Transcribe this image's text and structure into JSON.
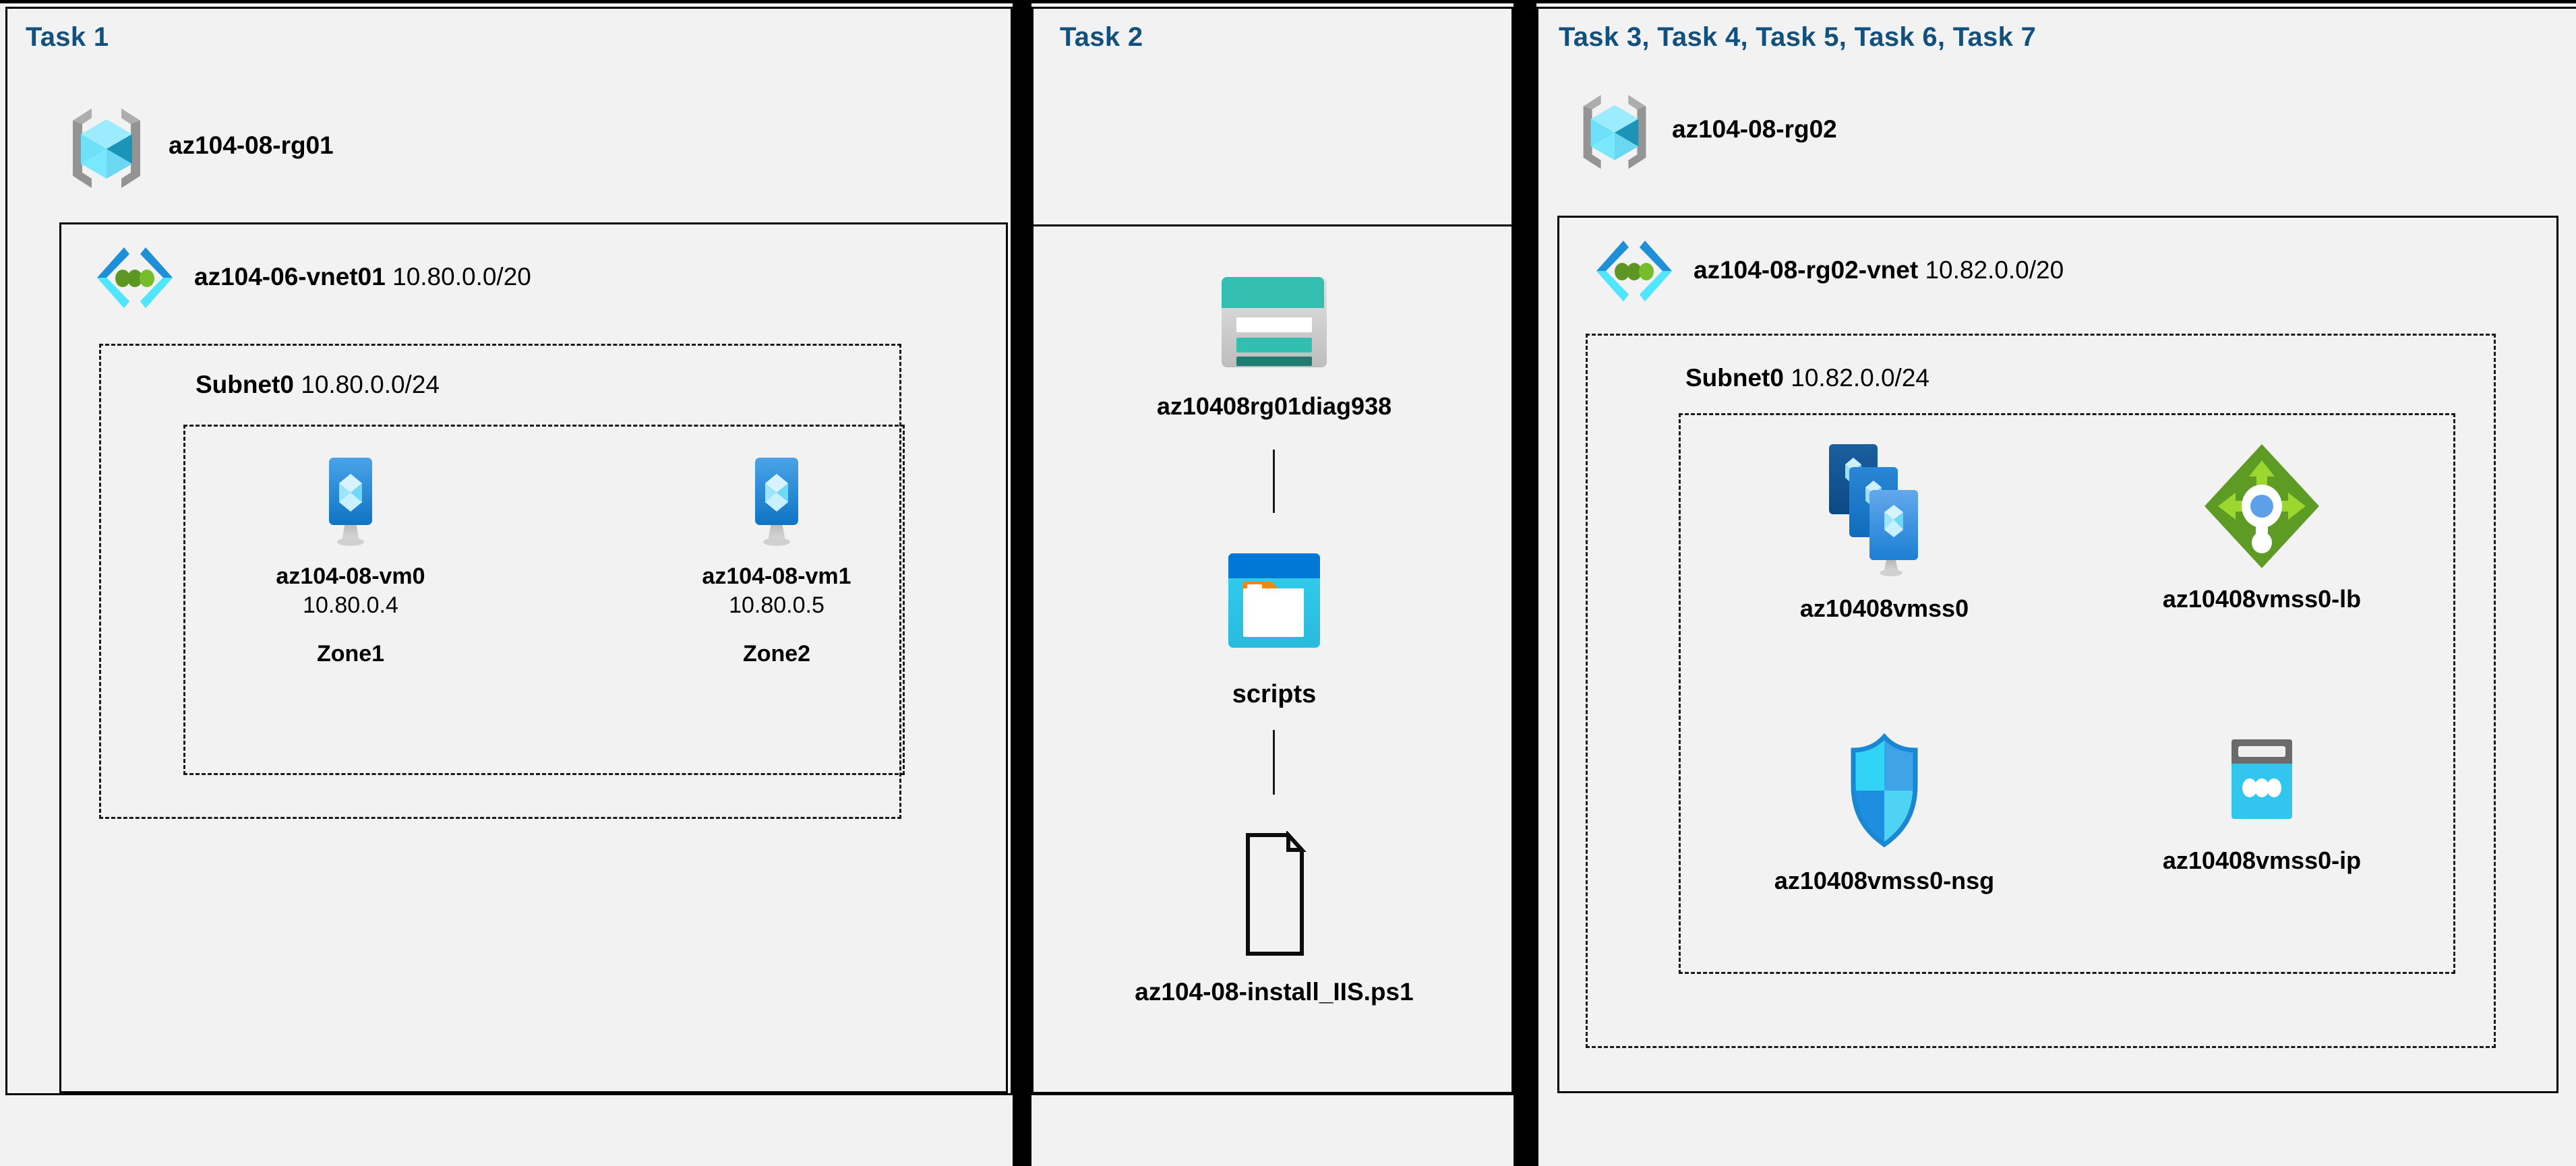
{
  "diagram": {
    "title_color": "#12507e",
    "background": "#f2f2f2"
  },
  "panels": [
    {
      "id": "task1",
      "title": "Task 1",
      "resource_group": {
        "name": "az104-08-rg01",
        "icon": "resource-group-icon"
      },
      "vnet": {
        "name": "az104-06-vnet01",
        "cidr": "10.80.0.0/20",
        "icon": "virtual-network-icon"
      },
      "subnet": {
        "name": "Subnet0",
        "cidr": "10.80.0.0/24"
      },
      "vms": [
        {
          "name": "az104-08-vm0",
          "ip": "10.80.0.4",
          "zone": "Zone1",
          "icon": "virtual-machine-icon"
        },
        {
          "name": "az104-08-vm1",
          "ip": "10.80.0.5",
          "zone": "Zone2",
          "icon": "virtual-machine-icon"
        }
      ]
    },
    {
      "id": "task2",
      "title": "Task 2",
      "nodes": [
        {
          "name": "az10408rg01diag938",
          "icon": "storage-account-icon"
        },
        {
          "name": "scripts",
          "icon": "file-share-icon"
        },
        {
          "name": "az104-08-install_IIS.ps1",
          "icon": "script-file-icon"
        }
      ]
    },
    {
      "id": "task3to7",
      "title": "Task 3, Task 4, Task 5, Task 6, Task 7",
      "resource_group": {
        "name": "az104-08-rg02",
        "icon": "resource-group-icon"
      },
      "vnet": {
        "name": "az104-08-rg02-vnet",
        "cidr": "10.82.0.0/20",
        "icon": "virtual-network-icon"
      },
      "subnet": {
        "name": "Subnet0",
        "cidr": "10.82.0.0/24"
      },
      "resources": [
        {
          "name": "az10408vmss0",
          "icon": "vm-scale-set-icon"
        },
        {
          "name": "az10408vmss0-lb",
          "icon": "load-balancer-icon"
        },
        {
          "name": "az10408vmss0-nsg",
          "icon": "network-security-group-icon"
        },
        {
          "name": "az10408vmss0-ip",
          "icon": "public-ip-address-icon"
        }
      ]
    }
  ],
  "colors": {
    "title_blue": "#12507e",
    "azure_cube_light": "#9cebff",
    "azure_cube_mid": "#32d4f5",
    "azure_cube_dark": "#1c94b8",
    "bracket_gray": "#949494",
    "vnet_blue": "#1f8fd8",
    "vnet_cyan": "#50e6ff",
    "vnet_green": "#5e9624",
    "vm_blue_top": "#4aa3e8",
    "vm_blue_bottom": "#0f74c4",
    "storage_teal": "#32bfb0",
    "storage_dark_teal": "#1d7d72",
    "storage_gray": "#c8c8c8",
    "share_header": "#0078d4",
    "share_body": "#32c8ee",
    "share_tab_orange": "#f2870d",
    "lb_green_dark": "#5d9b25",
    "lb_green_light": "#9bd72e",
    "lb_center_blue": "#5ea0e8",
    "nsg_cyan": "#32d4f5",
    "nsg_blue": "#1e8fe0",
    "pip_gray": "#6b6b6b",
    "pip_cyan": "#32c5ee"
  }
}
